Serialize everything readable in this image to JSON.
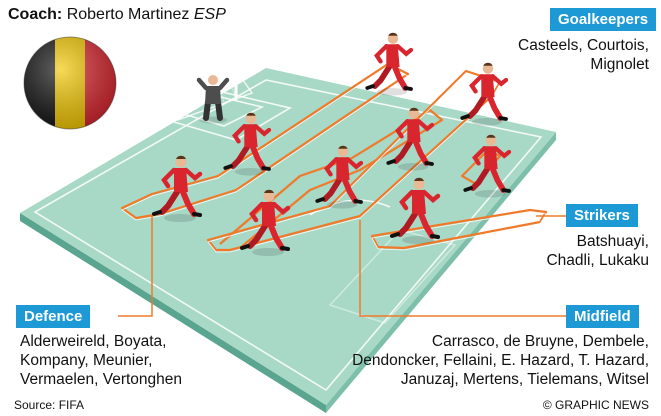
{
  "header": {
    "coach_label": "Coach:",
    "coach_name": "Roberto Martinez",
    "coach_country": "ESP"
  },
  "flag": {
    "colors": [
      "#111111",
      "#f2c600",
      "#d7262e"
    ]
  },
  "goalkeepers": {
    "label": "Goalkeepers",
    "lines": [
      "Casteels, Courtois,",
      "Mignolet"
    ]
  },
  "strikers": {
    "label": "Strikers",
    "lines": [
      "Batshuayi,",
      "Chadli, Lukaku"
    ]
  },
  "defence": {
    "label": "Defence",
    "lines": [
      "Alderweireld, Boyata,",
      "Kompany, Meunier,",
      "Vermaelen, Vertonghen"
    ]
  },
  "midfield": {
    "label": "Midfield",
    "lines": [
      "Carrasco, de Bruyne, Dembele,",
      "Dendoncker, Fellaini, E. Hazard, T. Hazard,",
      "Januzaj, Mertens, Tielemans, Witsel"
    ]
  },
  "footer": {
    "source": "Source: FIFA",
    "credit": "© GRAPHIC NEWS"
  },
  "colors": {
    "accent": "#1d9ad6",
    "pitch": "#a8d8c6",
    "path": "#f07a2a",
    "kit": "#d9262e"
  }
}
